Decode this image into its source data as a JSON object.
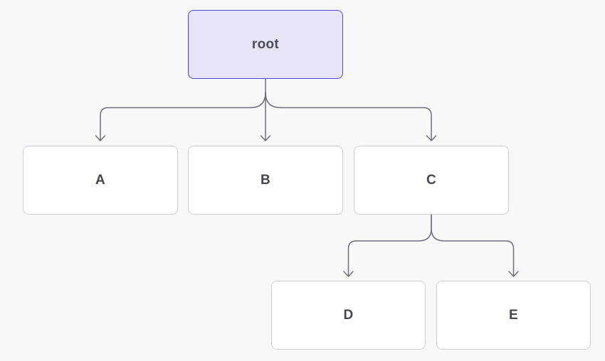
{
  "diagram": {
    "type": "tree",
    "nodes": [
      {
        "id": "root",
        "label": "root",
        "variant": "root"
      },
      {
        "id": "A",
        "label": "A",
        "variant": "child"
      },
      {
        "id": "B",
        "label": "B",
        "variant": "child"
      },
      {
        "id": "C",
        "label": "C",
        "variant": "child"
      },
      {
        "id": "D",
        "label": "D",
        "variant": "child"
      },
      {
        "id": "E",
        "label": "E",
        "variant": "child"
      }
    ],
    "edges": [
      {
        "from": "root",
        "to": "A"
      },
      {
        "from": "root",
        "to": "B"
      },
      {
        "from": "root",
        "to": "C"
      },
      {
        "from": "C",
        "to": "D"
      },
      {
        "from": "C",
        "to": "E"
      }
    ],
    "colors": {
      "background": "#f8f8f9",
      "root_fill": "#e7e4f8",
      "root_border": "#5144d9",
      "node_fill": "#ffffff",
      "node_border": "#cfced7",
      "connector": "#6e6e7b",
      "text": "#46464f"
    }
  }
}
